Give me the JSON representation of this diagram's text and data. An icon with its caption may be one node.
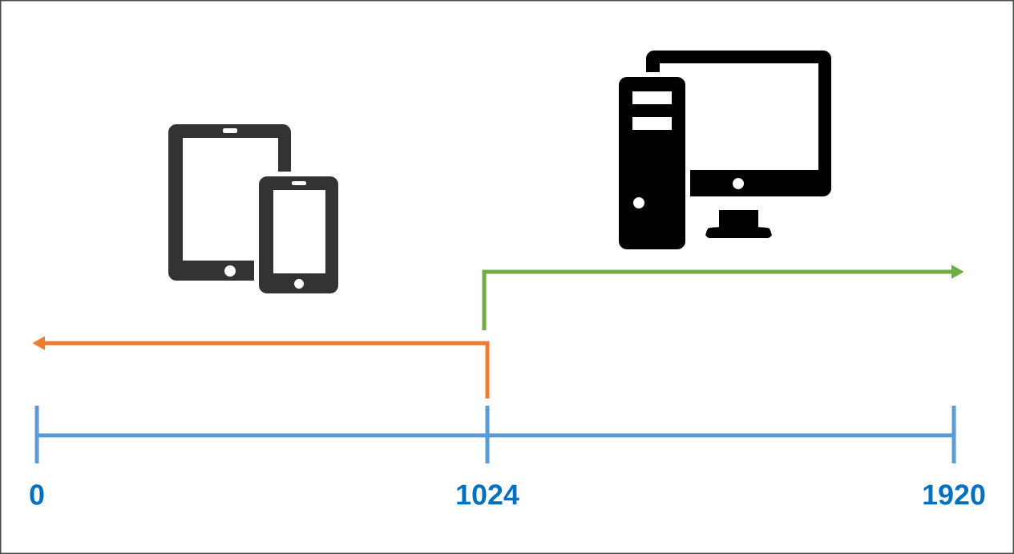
{
  "diagram": {
    "labels": [
      "0",
      "1024",
      "1920"
    ]
  }
}
